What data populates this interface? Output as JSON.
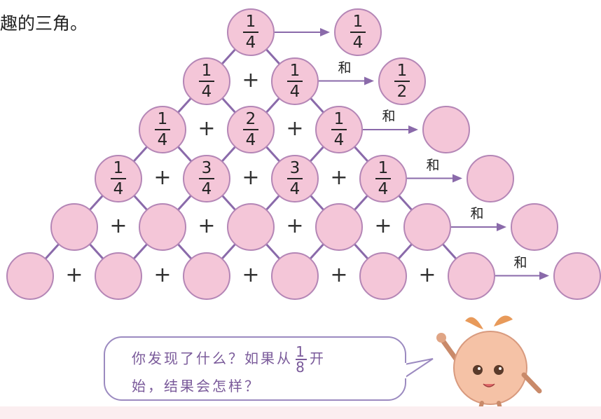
{
  "title": "趣的三角。",
  "operator": "+",
  "sum_label": "和",
  "colors": {
    "circle_fill": "#f4c6d8",
    "circle_stroke": "#b486b6",
    "line": "#8a6aaa",
    "arrow": "#8a6aaa",
    "bubble_text": "#7a5a9a"
  },
  "rows": [
    {
      "cells": [
        {
          "num": "1",
          "den": "4"
        }
      ],
      "sum": {
        "num": "1",
        "den": "4"
      }
    },
    {
      "cells": [
        {
          "num": "1",
          "den": "4"
        },
        {
          "num": "1",
          "den": "4"
        }
      ],
      "sum": {
        "num": "1",
        "den": "2"
      }
    },
    {
      "cells": [
        {
          "num": "1",
          "den": "4"
        },
        {
          "num": "2",
          "den": "4"
        },
        {
          "num": "1",
          "den": "4"
        }
      ],
      "sum": null
    },
    {
      "cells": [
        {
          "num": "1",
          "den": "4"
        },
        {
          "num": "3",
          "den": "4"
        },
        {
          "num": "3",
          "den": "4"
        },
        {
          "num": "1",
          "den": "4"
        }
      ],
      "sum": null
    },
    {
      "cells": [
        null,
        null,
        null,
        null,
        null
      ],
      "sum": null
    },
    {
      "cells": [
        null,
        null,
        null,
        null,
        null,
        null
      ],
      "sum": null
    }
  ],
  "bubble": {
    "line1_before": "你发现了什么？如果从",
    "fraction": {
      "num": "1",
      "den": "8"
    },
    "line1_after": "开",
    "line2": "始，结果会怎样？"
  },
  "mascot_icon": "cartoon-character-icon"
}
